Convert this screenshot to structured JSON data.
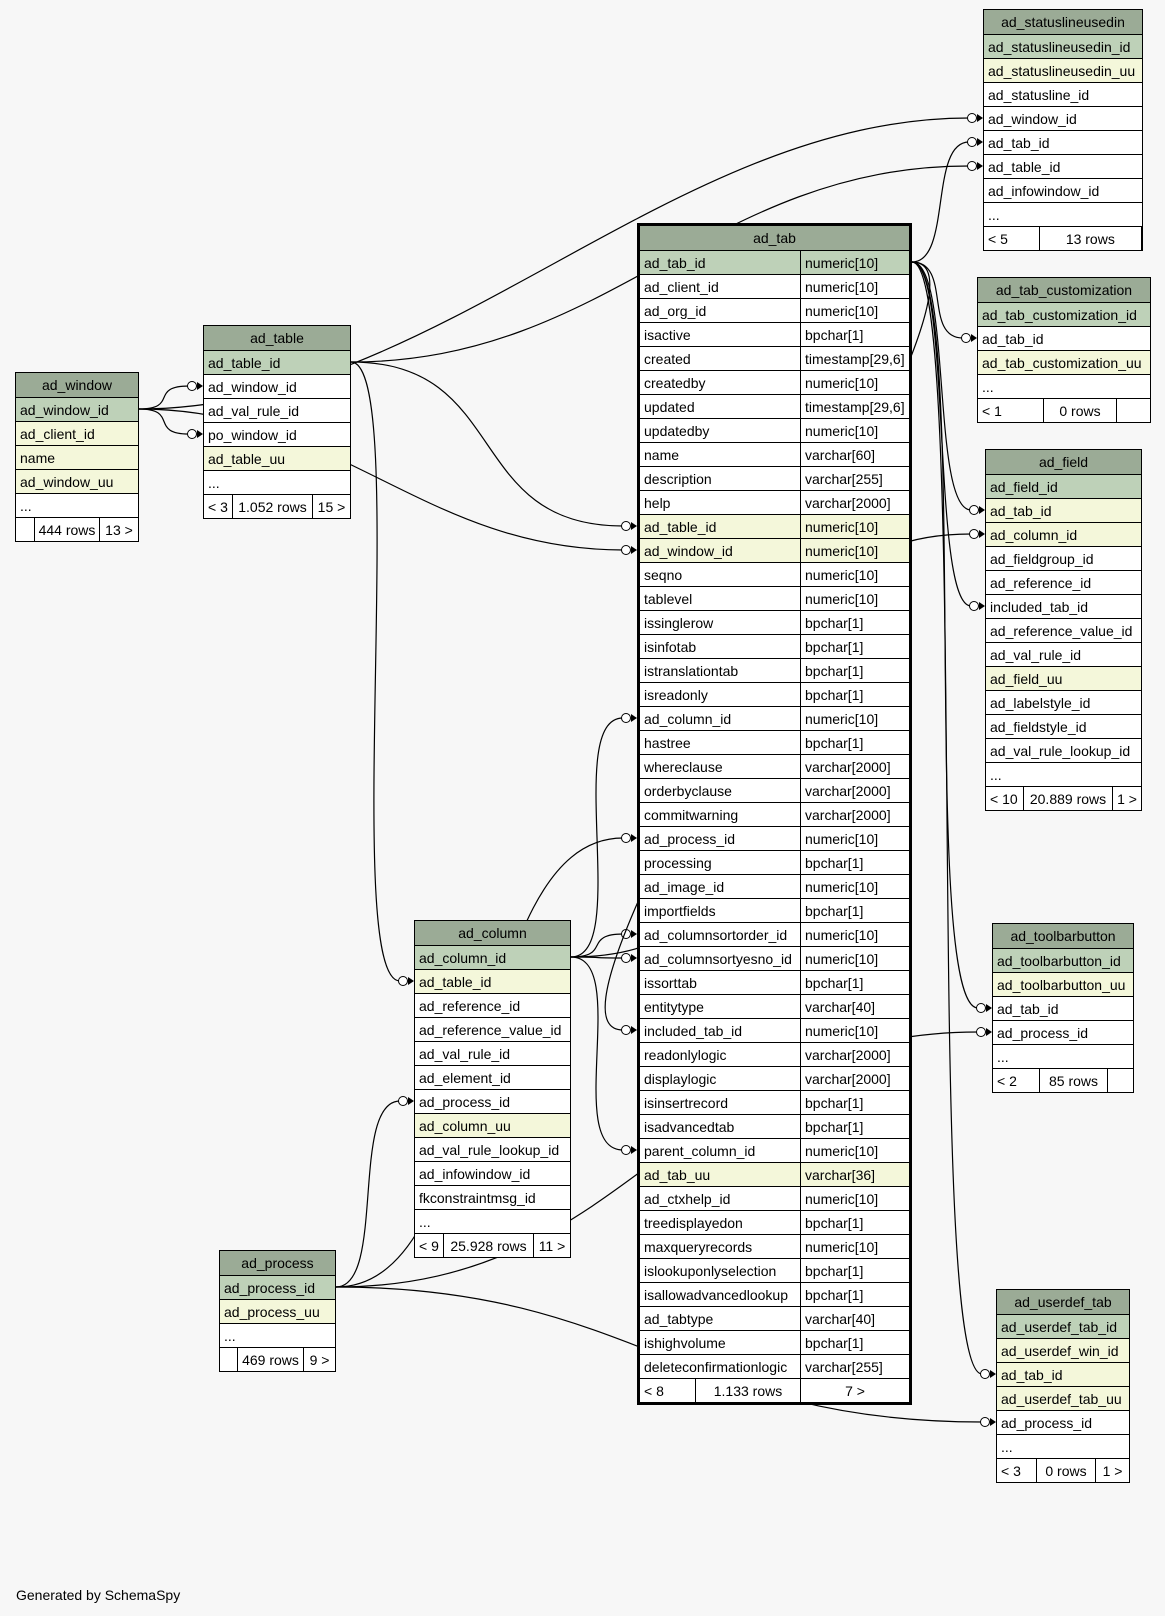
{
  "footer": "Generated by SchemaSpy",
  "tables": {
    "ad_window": {
      "title": "ad_window",
      "columns": [
        {
          "name": "ad_window_id",
          "kind": "pk"
        },
        {
          "name": "ad_client_id",
          "kind": "idx"
        },
        {
          "name": "name",
          "kind": "idx"
        },
        {
          "name": "ad_window_uu",
          "kind": "idx"
        },
        {
          "name": "...",
          "kind": ""
        }
      ],
      "footer": [
        "",
        "444 rows",
        "13 >"
      ]
    },
    "ad_table": {
      "title": "ad_table",
      "columns": [
        {
          "name": "ad_table_id",
          "kind": "pk"
        },
        {
          "name": "ad_window_id",
          "kind": ""
        },
        {
          "name": "ad_val_rule_id",
          "kind": ""
        },
        {
          "name": "po_window_id",
          "kind": ""
        },
        {
          "name": "ad_table_uu",
          "kind": "idx"
        },
        {
          "name": "...",
          "kind": ""
        }
      ],
      "footer": [
        "< 3",
        "1.052 rows",
        "15 >"
      ]
    },
    "ad_process": {
      "title": "ad_process",
      "columns": [
        {
          "name": "ad_process_id",
          "kind": "pk"
        },
        {
          "name": "ad_process_uu",
          "kind": "idx"
        },
        {
          "name": "...",
          "kind": ""
        }
      ],
      "footer": [
        "",
        "469 rows",
        "9 >"
      ]
    },
    "ad_column": {
      "title": "ad_column",
      "columns": [
        {
          "name": "ad_column_id",
          "kind": "pk"
        },
        {
          "name": "ad_table_id",
          "kind": "idx"
        },
        {
          "name": "ad_reference_id",
          "kind": ""
        },
        {
          "name": "ad_reference_value_id",
          "kind": ""
        },
        {
          "name": "ad_val_rule_id",
          "kind": ""
        },
        {
          "name": "ad_element_id",
          "kind": ""
        },
        {
          "name": "ad_process_id",
          "kind": ""
        },
        {
          "name": "ad_column_uu",
          "kind": "idx"
        },
        {
          "name": "ad_val_rule_lookup_id",
          "kind": ""
        },
        {
          "name": "ad_infowindow_id",
          "kind": ""
        },
        {
          "name": "fkconstraintmsg_id",
          "kind": ""
        },
        {
          "name": "...",
          "kind": ""
        }
      ],
      "footer": [
        "< 9",
        "25.928 rows",
        "11 >"
      ]
    },
    "ad_tab": {
      "title": "ad_tab",
      "columns": [
        {
          "name": "ad_tab_id",
          "type": "numeric[10]",
          "kind": "pk"
        },
        {
          "name": "ad_client_id",
          "type": "numeric[10]",
          "kind": ""
        },
        {
          "name": "ad_org_id",
          "type": "numeric[10]",
          "kind": ""
        },
        {
          "name": "isactive",
          "type": "bpchar[1]",
          "kind": ""
        },
        {
          "name": "created",
          "type": "timestamp[29,6]",
          "kind": ""
        },
        {
          "name": "createdby",
          "type": "numeric[10]",
          "kind": ""
        },
        {
          "name": "updated",
          "type": "timestamp[29,6]",
          "kind": ""
        },
        {
          "name": "updatedby",
          "type": "numeric[10]",
          "kind": ""
        },
        {
          "name": "name",
          "type": "varchar[60]",
          "kind": ""
        },
        {
          "name": "description",
          "type": "varchar[255]",
          "kind": ""
        },
        {
          "name": "help",
          "type": "varchar[2000]",
          "kind": ""
        },
        {
          "name": "ad_table_id",
          "type": "numeric[10]",
          "kind": "idx"
        },
        {
          "name": "ad_window_id",
          "type": "numeric[10]",
          "kind": "idx"
        },
        {
          "name": "seqno",
          "type": "numeric[10]",
          "kind": ""
        },
        {
          "name": "tablevel",
          "type": "numeric[10]",
          "kind": ""
        },
        {
          "name": "issinglerow",
          "type": "bpchar[1]",
          "kind": ""
        },
        {
          "name": "isinfotab",
          "type": "bpchar[1]",
          "kind": ""
        },
        {
          "name": "istranslationtab",
          "type": "bpchar[1]",
          "kind": ""
        },
        {
          "name": "isreadonly",
          "type": "bpchar[1]",
          "kind": ""
        },
        {
          "name": "ad_column_id",
          "type": "numeric[10]",
          "kind": ""
        },
        {
          "name": "hastree",
          "type": "bpchar[1]",
          "kind": ""
        },
        {
          "name": "whereclause",
          "type": "varchar[2000]",
          "kind": ""
        },
        {
          "name": "orderbyclause",
          "type": "varchar[2000]",
          "kind": ""
        },
        {
          "name": "commitwarning",
          "type": "varchar[2000]",
          "kind": ""
        },
        {
          "name": "ad_process_id",
          "type": "numeric[10]",
          "kind": ""
        },
        {
          "name": "processing",
          "type": "bpchar[1]",
          "kind": ""
        },
        {
          "name": "ad_image_id",
          "type": "numeric[10]",
          "kind": ""
        },
        {
          "name": "importfields",
          "type": "bpchar[1]",
          "kind": ""
        },
        {
          "name": "ad_columnsortorder_id",
          "type": "numeric[10]",
          "kind": ""
        },
        {
          "name": "ad_columnsortyesno_id",
          "type": "numeric[10]",
          "kind": ""
        },
        {
          "name": "issorttab",
          "type": "bpchar[1]",
          "kind": ""
        },
        {
          "name": "entitytype",
          "type": "varchar[40]",
          "kind": ""
        },
        {
          "name": "included_tab_id",
          "type": "numeric[10]",
          "kind": ""
        },
        {
          "name": "readonlylogic",
          "type": "varchar[2000]",
          "kind": ""
        },
        {
          "name": "displaylogic",
          "type": "varchar[2000]",
          "kind": ""
        },
        {
          "name": "isinsertrecord",
          "type": "bpchar[1]",
          "kind": ""
        },
        {
          "name": "isadvancedtab",
          "type": "bpchar[1]",
          "kind": ""
        },
        {
          "name": "parent_column_id",
          "type": "numeric[10]",
          "kind": ""
        },
        {
          "name": "ad_tab_uu",
          "type": "varchar[36]",
          "kind": "idx"
        },
        {
          "name": "ad_ctxhelp_id",
          "type": "numeric[10]",
          "kind": ""
        },
        {
          "name": "treedisplayedon",
          "type": "bpchar[1]",
          "kind": ""
        },
        {
          "name": "maxqueryrecords",
          "type": "numeric[10]",
          "kind": ""
        },
        {
          "name": "islookuponlyselection",
          "type": "bpchar[1]",
          "kind": ""
        },
        {
          "name": "isallowadvancedlookup",
          "type": "bpchar[1]",
          "kind": ""
        },
        {
          "name": "ad_tabtype",
          "type": "varchar[40]",
          "kind": ""
        },
        {
          "name": "ishighvolume",
          "type": "bpchar[1]",
          "kind": ""
        },
        {
          "name": "deleteconfirmationlogic",
          "type": "varchar[255]",
          "kind": ""
        }
      ],
      "footer": [
        "< 8",
        "1.133 rows",
        "7 >"
      ]
    },
    "ad_statuslineusedin": {
      "title": "ad_statuslineusedin",
      "columns": [
        {
          "name": "ad_statuslineusedin_id",
          "kind": "pk"
        },
        {
          "name": "ad_statuslineusedin_uu",
          "kind": "idx"
        },
        {
          "name": "ad_statusline_id",
          "kind": ""
        },
        {
          "name": "ad_window_id",
          "kind": ""
        },
        {
          "name": "ad_tab_id",
          "kind": ""
        },
        {
          "name": "ad_table_id",
          "kind": ""
        },
        {
          "name": "ad_infowindow_id",
          "kind": ""
        },
        {
          "name": "...",
          "kind": ""
        }
      ],
      "footer": [
        "< 5",
        "13 rows",
        ""
      ]
    },
    "ad_tab_customization": {
      "title": "ad_tab_customization",
      "columns": [
        {
          "name": "ad_tab_customization_id",
          "kind": "pk"
        },
        {
          "name": "ad_tab_id",
          "kind": ""
        },
        {
          "name": "ad_tab_customization_uu",
          "kind": "idx"
        },
        {
          "name": "...",
          "kind": ""
        }
      ],
      "footer": [
        "< 1",
        "0 rows",
        ""
      ]
    },
    "ad_field": {
      "title": "ad_field",
      "columns": [
        {
          "name": "ad_field_id",
          "kind": "pk"
        },
        {
          "name": "ad_tab_id",
          "kind": "idx"
        },
        {
          "name": "ad_column_id",
          "kind": "idx"
        },
        {
          "name": "ad_fieldgroup_id",
          "kind": ""
        },
        {
          "name": "ad_reference_id",
          "kind": ""
        },
        {
          "name": "included_tab_id",
          "kind": ""
        },
        {
          "name": "ad_reference_value_id",
          "kind": ""
        },
        {
          "name": "ad_val_rule_id",
          "kind": ""
        },
        {
          "name": "ad_field_uu",
          "kind": "idx"
        },
        {
          "name": "ad_labelstyle_id",
          "kind": ""
        },
        {
          "name": "ad_fieldstyle_id",
          "kind": ""
        },
        {
          "name": "ad_val_rule_lookup_id",
          "kind": ""
        },
        {
          "name": "...",
          "kind": ""
        }
      ],
      "footer": [
        "< 10",
        "20.889 rows",
        "1 >"
      ]
    },
    "ad_toolbarbutton": {
      "title": "ad_toolbarbutton",
      "columns": [
        {
          "name": "ad_toolbarbutton_id",
          "kind": "pk"
        },
        {
          "name": "ad_toolbarbutton_uu",
          "kind": "idx"
        },
        {
          "name": "ad_tab_id",
          "kind": ""
        },
        {
          "name": "ad_process_id",
          "kind": ""
        },
        {
          "name": "...",
          "kind": ""
        }
      ],
      "footer": [
        "< 2",
        "85 rows",
        ""
      ]
    },
    "ad_userdef_tab": {
      "title": "ad_userdef_tab",
      "columns": [
        {
          "name": "ad_userdef_tab_id",
          "kind": "pk"
        },
        {
          "name": "ad_userdef_win_id",
          "kind": "idx"
        },
        {
          "name": "ad_tab_id",
          "kind": "idx"
        },
        {
          "name": "ad_userdef_tab_uu",
          "kind": "idx"
        },
        {
          "name": "ad_process_id",
          "kind": ""
        },
        {
          "name": "...",
          "kind": ""
        }
      ],
      "footer": [
        "< 3",
        "0 rows",
        "1 >"
      ]
    }
  }
}
